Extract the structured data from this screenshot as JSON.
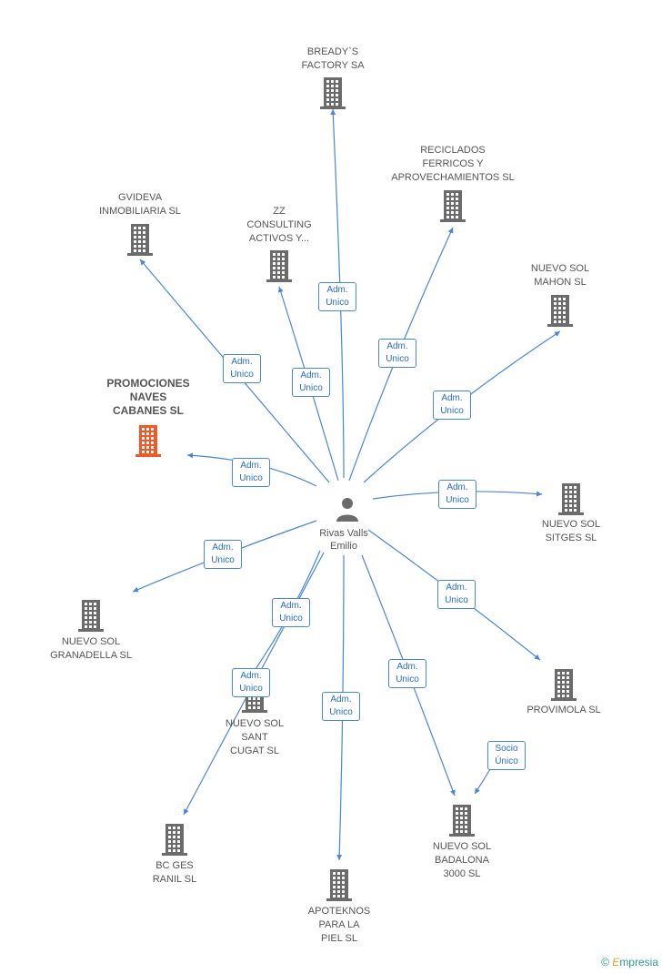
{
  "colors": {
    "edge": "#4a86d6",
    "building": "#6b6b6b",
    "highlight": "#f05a28"
  },
  "center": {
    "name": "Rivas Valls\nEmilio",
    "icon": "person-icon"
  },
  "nodes": [
    {
      "id": "bready",
      "label": "BREADY`S\nFACTORY SA",
      "highlight": false
    },
    {
      "id": "reciclados",
      "label": "RECICLADOS\nFERRICOS Y\nAPROVECHAMIENTOS SL",
      "highlight": false
    },
    {
      "id": "gvideva",
      "label": "GVIDEVA\nINMOBILIARIA SL",
      "highlight": false
    },
    {
      "id": "zz",
      "label": "ZZ\nCONSULTING\nACTIVOS Y...",
      "highlight": false
    },
    {
      "id": "mahon",
      "label": "NUEVO SOL\nMAHON SL",
      "highlight": false
    },
    {
      "id": "promociones",
      "label": "PROMOCIONES\nNAVES\nCABANES SL",
      "highlight": true
    },
    {
      "id": "sitges",
      "label": "NUEVO SOL\nSITGES SL",
      "highlight": false
    },
    {
      "id": "granadella",
      "label": "NUEVO SOL\nGRANADELLA SL",
      "highlight": false
    },
    {
      "id": "provimola",
      "label": "PROVIMOLA SL",
      "highlight": false
    },
    {
      "id": "santcugat",
      "label": "NUEVO SOL\nSANT\nCUGAT SL",
      "highlight": false
    },
    {
      "id": "badalona",
      "label": "NUEVO SOL\nBADALONA\n3000 SL",
      "highlight": false
    },
    {
      "id": "bcges",
      "label": "BC GES\nRANIL SL",
      "highlight": false
    },
    {
      "id": "apoteknos",
      "label": "APOTEKNOS\nPARA LA\nPIEL SL",
      "highlight": false
    }
  ],
  "edges": [
    {
      "to": "bready",
      "label": "Adm.\nUnico"
    },
    {
      "to": "reciclados",
      "label": "Adm.\nUnico"
    },
    {
      "to": "gvideva",
      "label": "Adm.\nUnico"
    },
    {
      "to": "zz",
      "label": "Adm.\nUnico"
    },
    {
      "to": "mahon",
      "label": "Adm.\nUnico"
    },
    {
      "to": "promociones",
      "label": "Adm.\nUnico"
    },
    {
      "to": "sitges",
      "label": "Adm.\nUnico"
    },
    {
      "to": "granadella",
      "label": "Adm.\nUnico"
    },
    {
      "to": "provimola",
      "label": "Adm.\nUnico"
    },
    {
      "to": "santcugat",
      "label": "Adm.\nUnico"
    },
    {
      "to": "bcges",
      "label": "Adm.\nUnico"
    },
    {
      "to": "apoteknos",
      "label": "Adm.\nUnico"
    },
    {
      "to": "badalona",
      "label": "Adm.\nUnico"
    },
    {
      "from": "provimola",
      "to": "badalona",
      "label": "Socio\nÚnico"
    }
  ],
  "footer": {
    "copyright": "©",
    "brand_initial": "E",
    "brand_rest": "mpresia"
  }
}
